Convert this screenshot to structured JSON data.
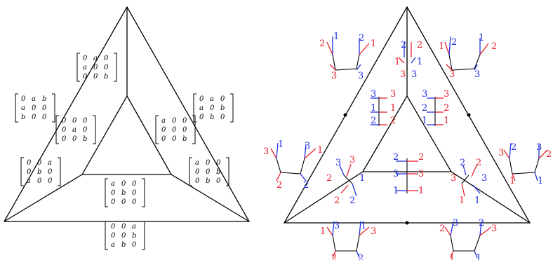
{
  "matrices": [
    {
      "id": "m-top",
      "rows": [
        [
          "0",
          "a",
          "0"
        ],
        [
          "a",
          "0",
          "0"
        ],
        [
          "0",
          "0",
          "b"
        ]
      ]
    },
    {
      "id": "m-left-upper",
      "rows": [
        [
          "0",
          "a",
          "b"
        ],
        [
          "a",
          "0",
          "0"
        ],
        [
          "b",
          "0",
          "0"
        ]
      ]
    },
    {
      "id": "m-left-inner",
      "rows": [
        [
          "0",
          "0",
          "0"
        ],
        [
          "0",
          "a",
          "0"
        ],
        [
          "0",
          "0",
          "b"
        ]
      ]
    },
    {
      "id": "m-right-upper",
      "rows": [
        [
          "0",
          "a",
          "0"
        ],
        [
          "a",
          "0",
          "b"
        ],
        [
          "0",
          "b",
          "0"
        ]
      ]
    },
    {
      "id": "m-right-inner",
      "rows": [
        [
          "a",
          "0",
          "0"
        ],
        [
          "0",
          "0",
          "0"
        ],
        [
          "0",
          "0",
          "b"
        ]
      ]
    },
    {
      "id": "m-left-lower",
      "rows": [
        [
          "0",
          "0",
          "a"
        ],
        [
          "0",
          "b",
          "0"
        ],
        [
          "a",
          "0",
          "0"
        ]
      ]
    },
    {
      "id": "m-center",
      "rows": [
        [
          "a",
          "0",
          "0"
        ],
        [
          "0",
          "b",
          "0"
        ],
        [
          "0",
          "0",
          "0"
        ]
      ]
    },
    {
      "id": "m-right-lower",
      "rows": [
        [
          "a",
          "0",
          "0"
        ],
        [
          "0",
          "0",
          "b"
        ],
        [
          "0",
          "b",
          "0"
        ]
      ]
    },
    {
      "id": "m-bottom",
      "rows": [
        [
          "0",
          "0",
          "a"
        ],
        [
          "0",
          "0",
          "b"
        ],
        [
          "a",
          "b",
          "0"
        ]
      ]
    }
  ],
  "labels": {
    "one": "1",
    "two": "2",
    "three": "3"
  },
  "colors": {
    "red": "#e8212b",
    "blue": "#1f2fe0",
    "black": "#000000"
  }
}
